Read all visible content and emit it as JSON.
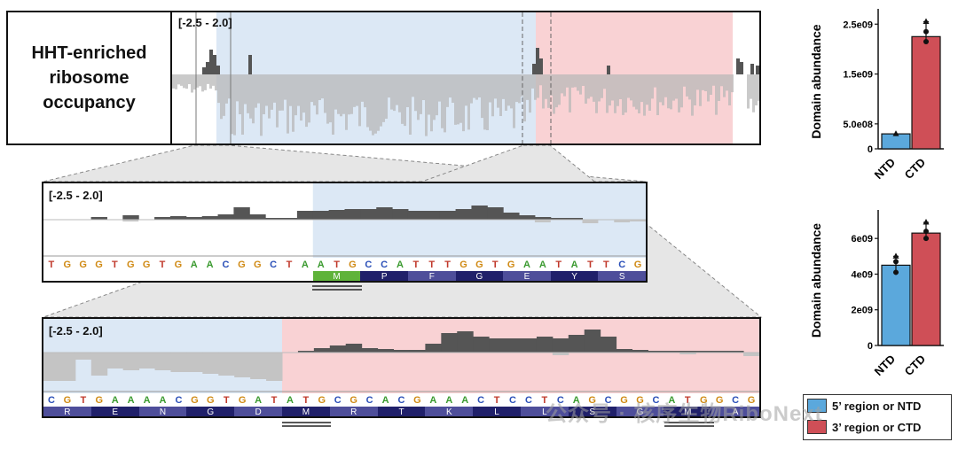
{
  "title": "HHT-enriched ribosome occupancy",
  "range_label": "[-2.5 - 2.0]",
  "colors": {
    "ntd_bg": "#dce8f5",
    "ctd_bg": "#f9d2d4",
    "ntd_bar": "#5ba8dc",
    "ctd_bar": "#cf4f57",
    "pos_signal": "#555555",
    "neg_signal": "#c4c4c4",
    "aa_dark": "#20206a",
    "aa_light": "#4e4e9a",
    "start_codon": "#5fb33a"
  },
  "panel2": {
    "sequence": "TGGGTGGTGAACGGCTAATGCCATTTGGTGAATATTCG",
    "amino_acids": [
      "M",
      "P",
      "F",
      "G",
      "E",
      "Y",
      "S"
    ]
  },
  "panel3": {
    "sequence": "CGTGAAAACGGTGATATGCGCACGAAACTCCTCAGCGGCATGGCG",
    "amino_acids": [
      "R",
      "E",
      "N",
      "G",
      "D",
      "M",
      "R",
      "T",
      "K",
      "L",
      "L",
      "S",
      "G",
      "M",
      "A"
    ]
  },
  "chart_data": [
    {
      "type": "bar",
      "categories": [
        "NTD",
        "CTD"
      ],
      "values": [
        300000000,
        2250000000
      ],
      "points": [
        [
          300000000
        ],
        [
          2550000000,
          2350000000,
          2150000000
        ]
      ],
      "ylabel": "Domain abundance",
      "yticks": [
        "0",
        "5.0e08",
        "1.5e09",
        "2.5e09"
      ],
      "tick_values": [
        0,
        500000000,
        1500000000,
        2500000000
      ],
      "ylim": [
        0,
        2700000000
      ]
    },
    {
      "type": "bar",
      "categories": [
        "NTD",
        "CTD"
      ],
      "values": [
        4500000000,
        6300000000
      ],
      "points": [
        [
          5000000000,
          4700000000,
          4100000000
        ],
        [
          6900000000,
          6400000000,
          6000000000
        ]
      ],
      "ylabel": "Domain abundance",
      "yticks": [
        "0",
        "2e09",
        "4e09",
        "6e09"
      ],
      "tick_values": [
        0,
        2000000000,
        4000000000,
        6000000000
      ],
      "ylim": [
        0,
        7300000000
      ]
    }
  ],
  "legend": [
    {
      "label": "5’ region or NTD",
      "color": "#5ba8dc"
    },
    {
      "label": "3’ region or CTD",
      "color": "#cf4f57"
    }
  ],
  "watermark": "公众号 · 核序生物RiboNext"
}
